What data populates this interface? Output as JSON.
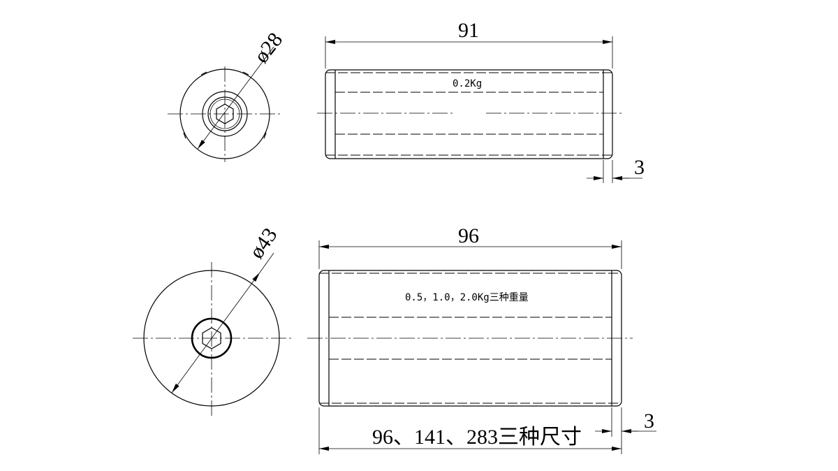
{
  "top_part": {
    "diameter": "ø28",
    "length": "91",
    "end_cap": "3",
    "weight_note": "0.2Kg"
  },
  "bottom_part": {
    "diameter": "ø43",
    "length": "96",
    "end_cap": "3",
    "weight_note": "0.5，1.0，2.0Kg三种重量",
    "size_note": "96、141、283三种尺寸"
  }
}
